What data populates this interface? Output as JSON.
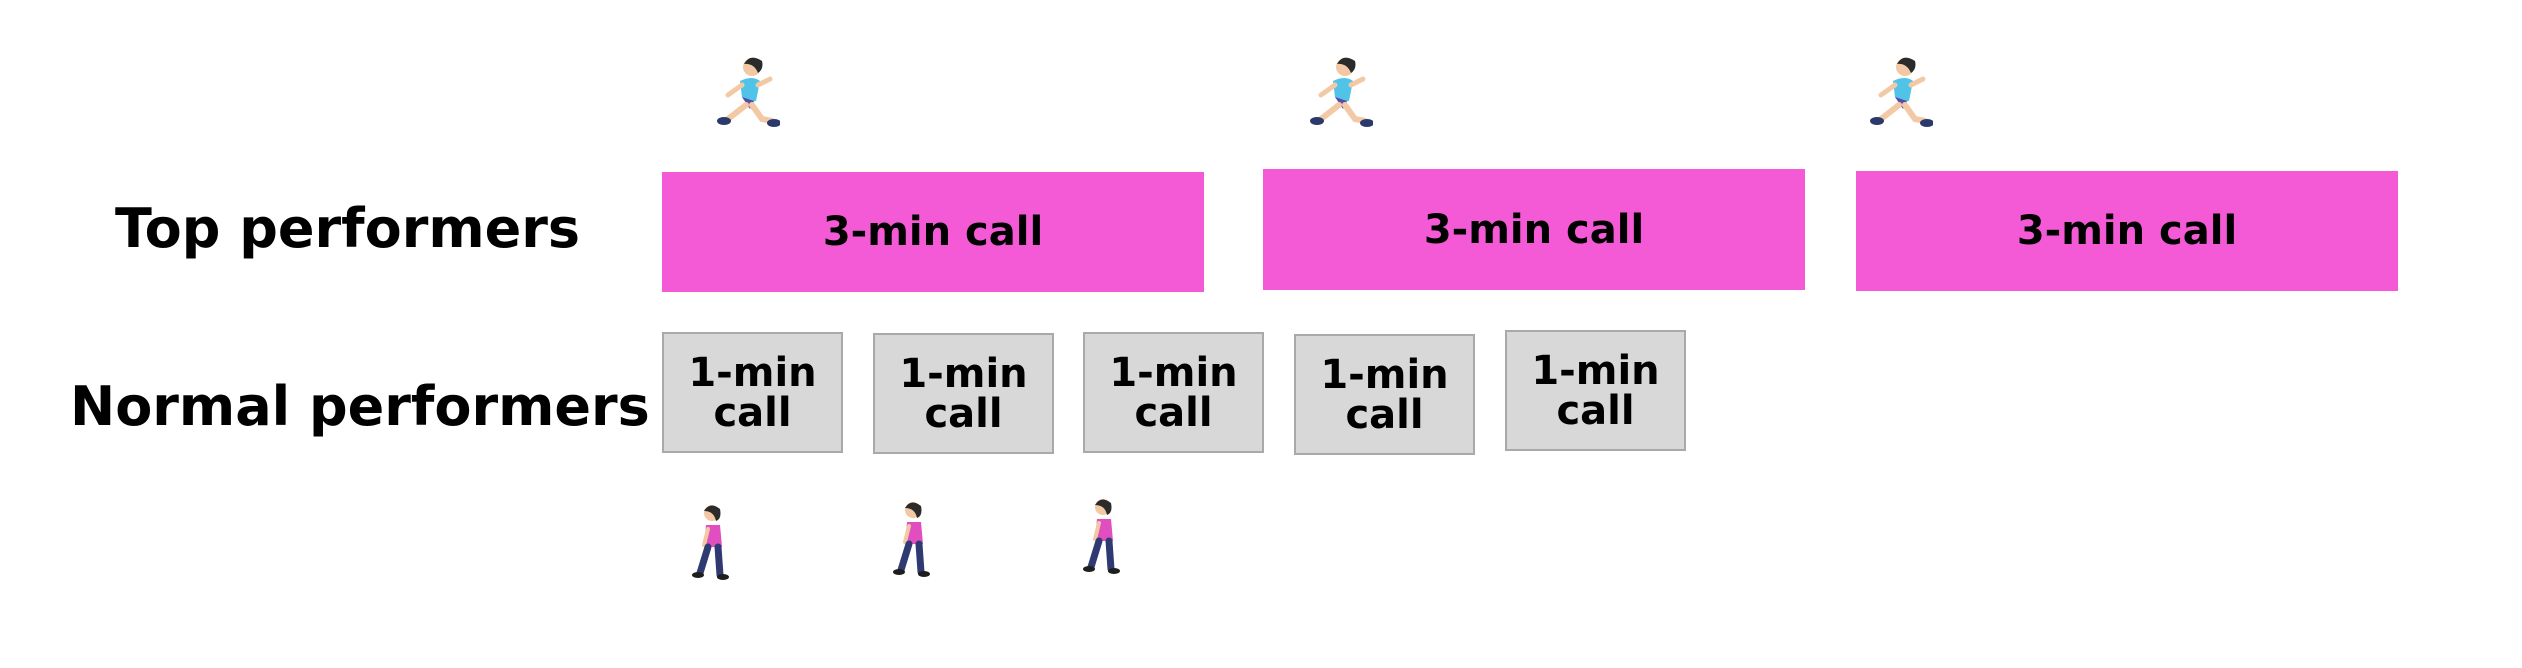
{
  "rows": {
    "top": {
      "label": "Top performers",
      "box_label": "3-min call",
      "box_count": 3,
      "box_color": "#f55ad6",
      "icon": "woman-running-icon",
      "icon_count": 3
    },
    "normal": {
      "label": "Normal performers",
      "box_label": "1-min\ncall",
      "box_count": 5,
      "box_color": "#d8d8d8",
      "icon": "woman-walking-icon",
      "icon_count": 3
    }
  }
}
